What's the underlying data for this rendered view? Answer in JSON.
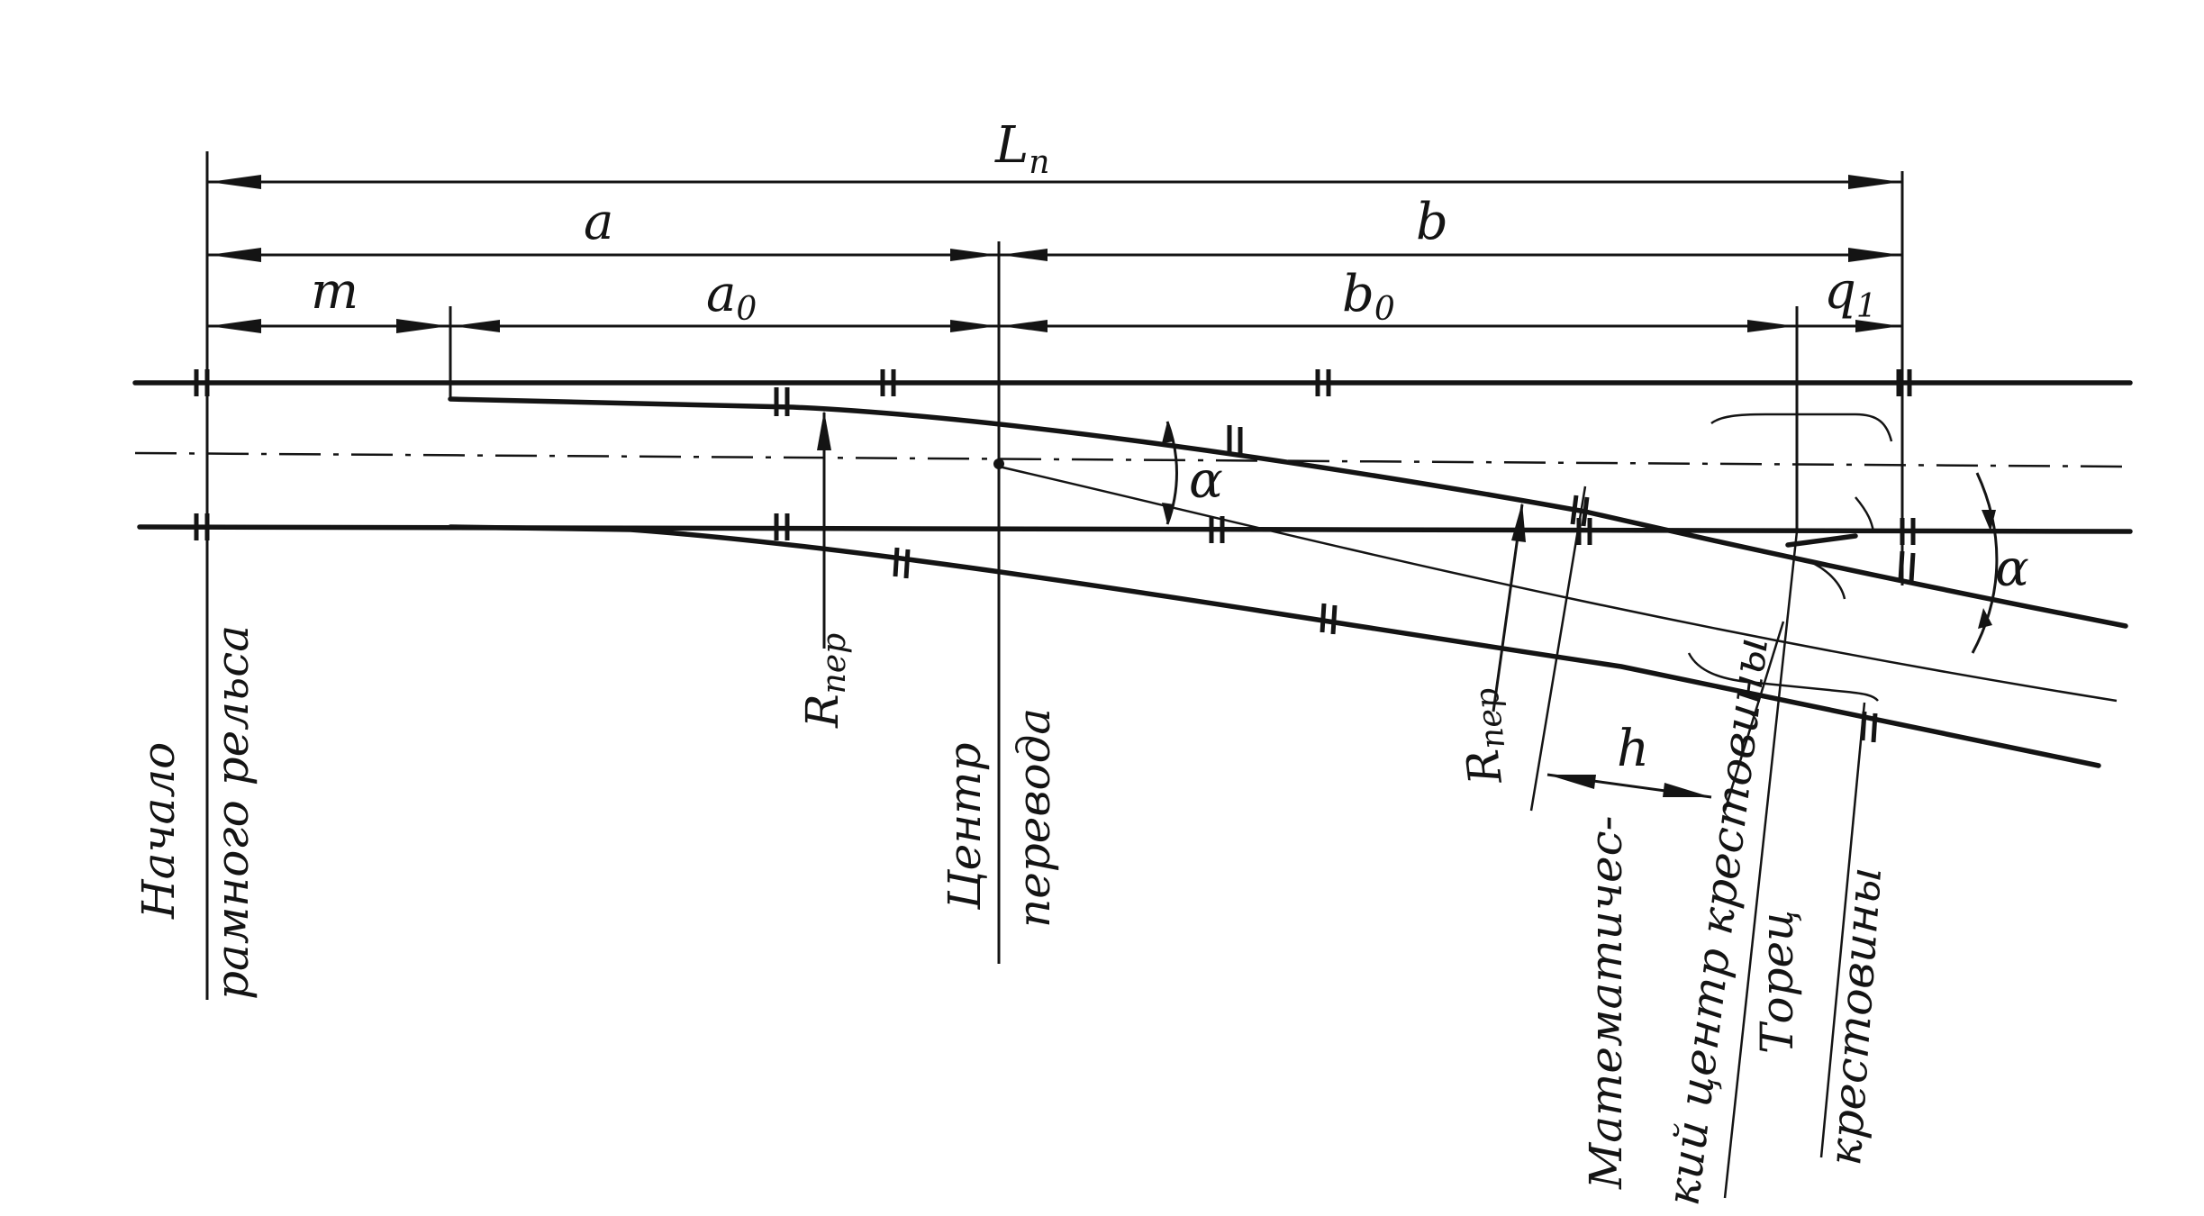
{
  "labels": {
    "L_main": "L",
    "L_sub": "п",
    "a": "a",
    "b": "b",
    "m": "m",
    "a0_main": "a",
    "a0_sub": "0",
    "b0_main": "b",
    "b0_sub": "0",
    "q1_main": "q",
    "q1_sub": "1",
    "alpha_top": "α",
    "alpha_right": "α",
    "h": "h",
    "R_left_main": "R",
    "R_left_sub": "пер",
    "R_right_main": "R",
    "R_right_sub": "пер",
    "start_line1": "Начало",
    "start_line2": "рамного рельса",
    "center_line1": "Центр",
    "center_line2": "перевода",
    "math_line1": "Математичес-",
    "math_line2": "кий центр крестовины",
    "end_line1": "Торец",
    "end_line2": "крестовины"
  }
}
